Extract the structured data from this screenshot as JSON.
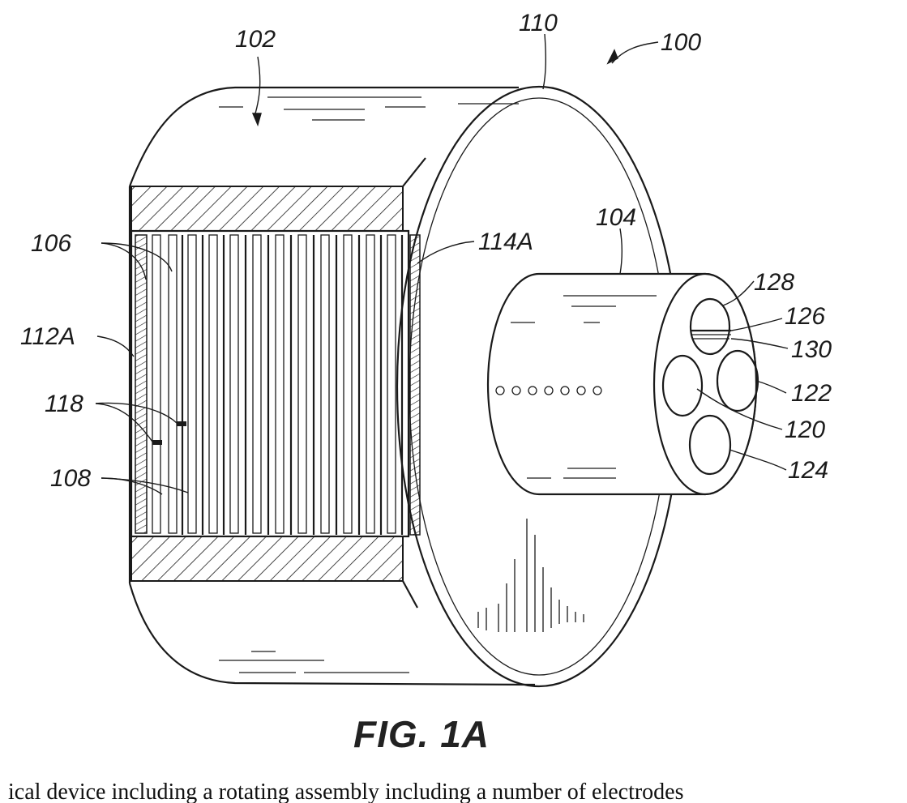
{
  "figure": {
    "caption": "FIG. 1A",
    "reference_numerals": {
      "r100": "100",
      "r102": "102",
      "r104": "104",
      "r106": "106",
      "r108": "108",
      "r110": "110",
      "r112A": "112A",
      "r114A": "114A",
      "r118": "118",
      "r120": "120",
      "r122": "122",
      "r124": "124",
      "r126": "126",
      "r128": "128",
      "r130": "130"
    }
  },
  "partial_text_line": "ical device including a rotating assembly including a number of electrodes"
}
